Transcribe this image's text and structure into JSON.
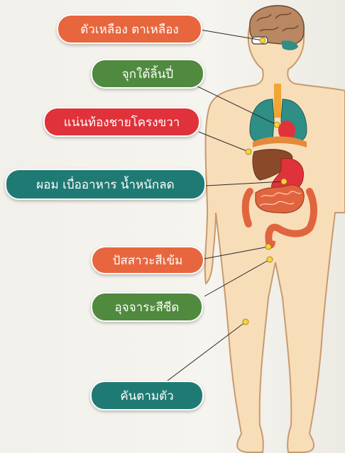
{
  "colors": {
    "orange": "#e8663d",
    "green": "#4f8a3e",
    "red": "#e0323a",
    "teal": "#1f7a74",
    "skin": "#f8ddb9",
    "skin_outline": "#c89a6e",
    "lung": "#2f8e86",
    "liver": "#8a4a2a",
    "intestine": "#e0653f"
  },
  "labels": {
    "jaundice_eyes": "ตัวเหลือง ตาเหลือง",
    "lymph_node": "จุกใต้ลิ้นปี่",
    "right_rib_tightness": "แน่นท้องชายโครงขวา",
    "weight_loss": "ผอม  เบื่ออาหาร น้ำหนักลด",
    "dark_urine": "ปัสสาวะสีเข้ม",
    "pale_stool": "อุจจาระสีซีด",
    "itching": "คันตามตัว"
  }
}
